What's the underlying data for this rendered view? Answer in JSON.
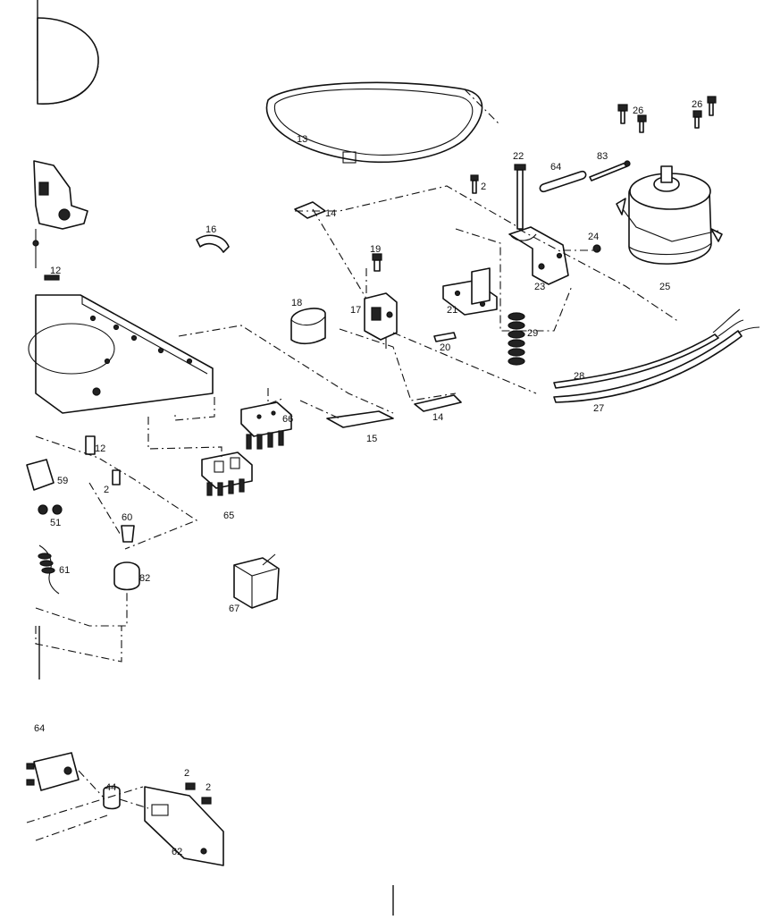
{
  "callouts": {
    "c13": "13",
    "c14a": "14",
    "c14b": "14",
    "c16": "16",
    "c12a": "12",
    "c19": "19",
    "c2a": "2",
    "c22": "22",
    "c64a": "64",
    "c83": "83",
    "c26a": "26",
    "c26b": "26",
    "c24": "24",
    "c23": "23",
    "c25": "25",
    "c18": "18",
    "c17": "17",
    "c21": "21",
    "c20": "20",
    "c29": "29",
    "c28": "28",
    "c27": "27",
    "c15": "15",
    "c66": "66",
    "c65": "65",
    "c12b": "12",
    "c2b": "2",
    "c59": "59",
    "c51": "51",
    "c60": "60",
    "c61": "61",
    "c82": "82",
    "c67": "67",
    "c64b": "64",
    "c44": "44",
    "c2c": "2",
    "c2d": "2",
    "c62": "62"
  }
}
